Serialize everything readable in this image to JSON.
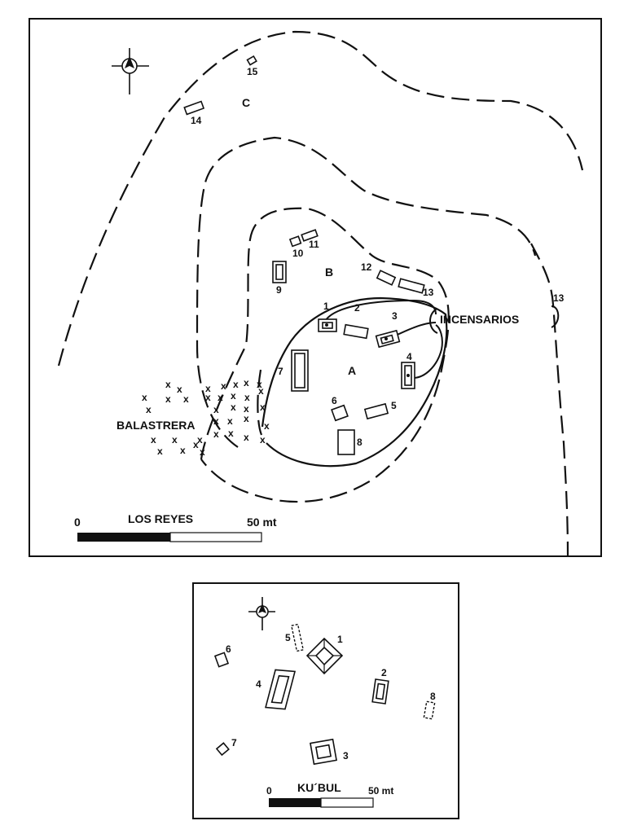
{
  "los_reyes": {
    "title": "LOS REYES",
    "scale_start": "0",
    "scale_end": "50 mt",
    "zones": [
      "A",
      "B",
      "C"
    ],
    "annotations": {
      "incensarios": "INCENSARIOS",
      "balastrera": "BALASTRERA",
      "contour_label": "13"
    },
    "structures": [
      "1",
      "2",
      "3",
      "4",
      "5",
      "6",
      "7",
      "8",
      "9",
      "10",
      "11",
      "12",
      "13",
      "14",
      "15"
    ]
  },
  "kubul": {
    "title": "KU´BUL",
    "scale_start": "0",
    "scale_end": "50 mt",
    "structures": [
      "1",
      "2",
      "3",
      "4",
      "5",
      "6",
      "7",
      "8"
    ]
  },
  "icons": {
    "north_arrow": "north-arrow-icon"
  }
}
